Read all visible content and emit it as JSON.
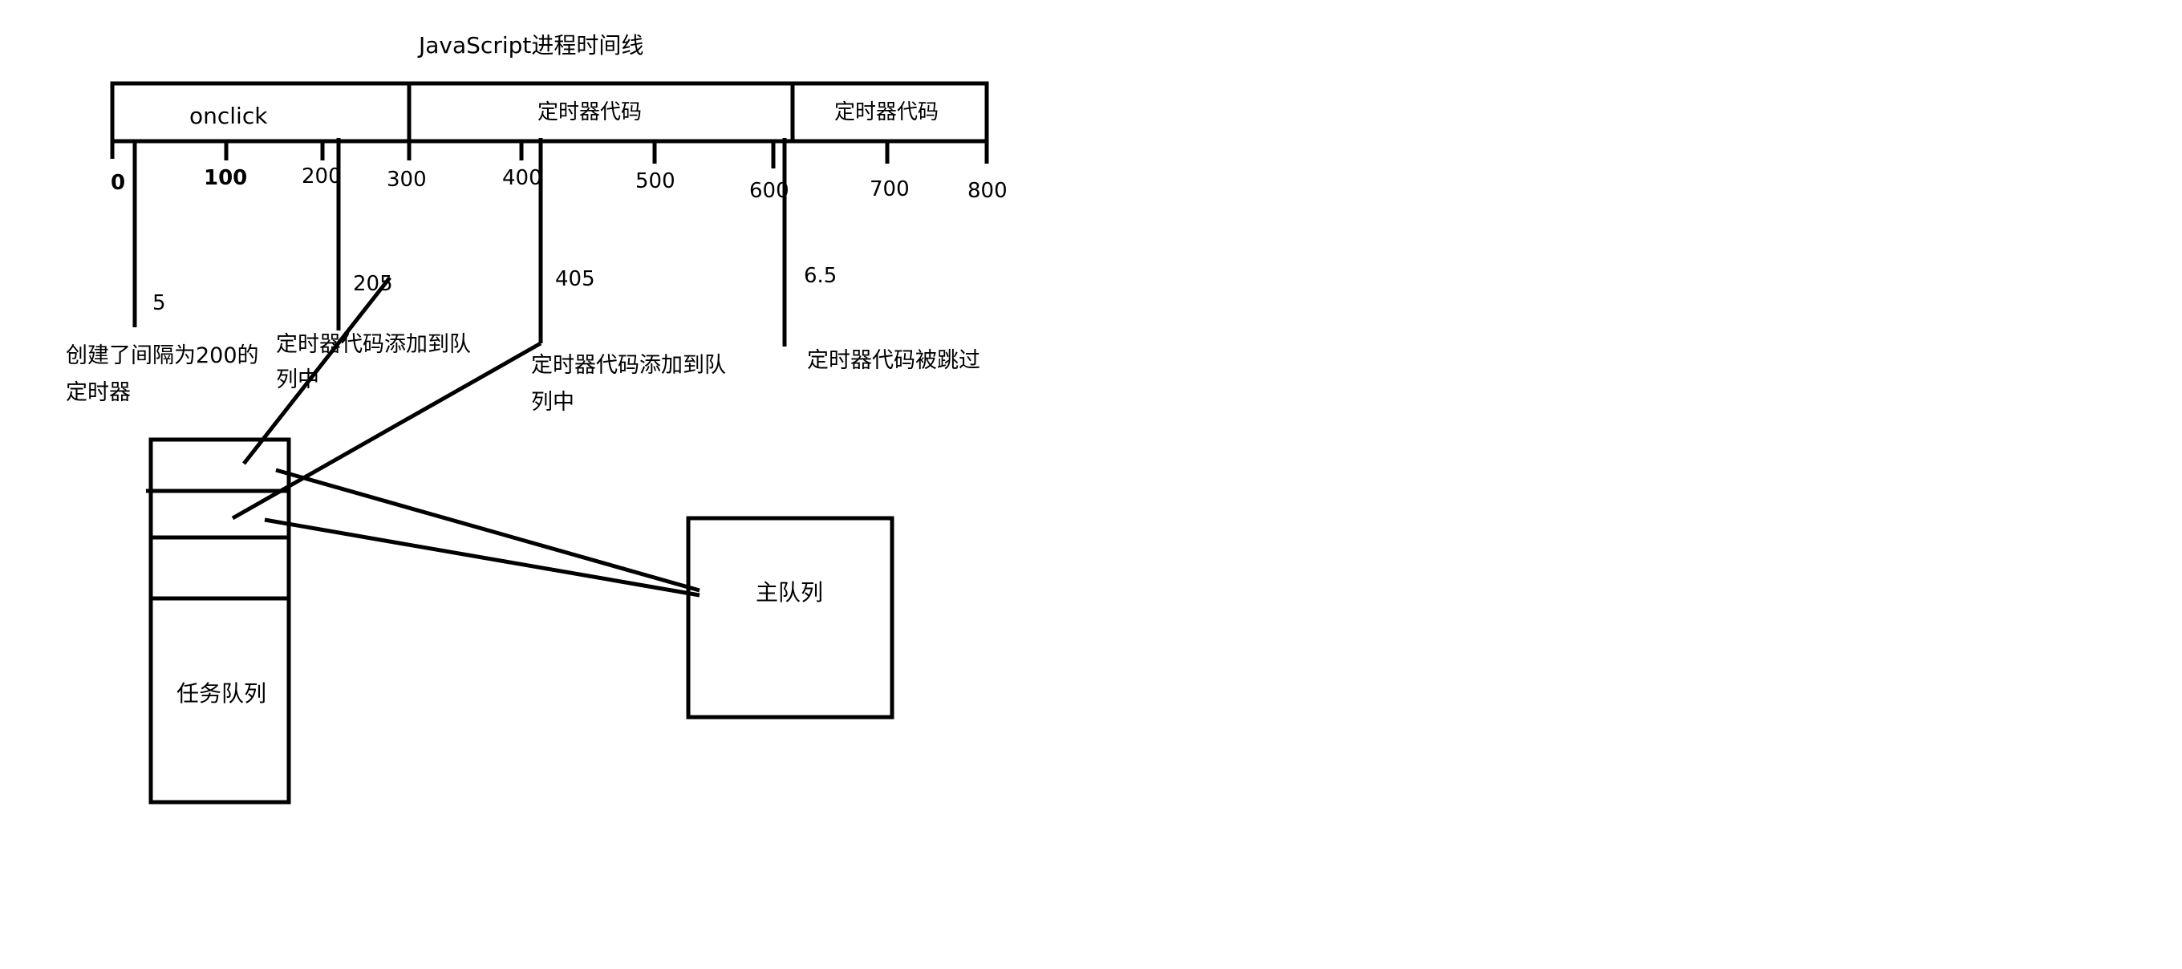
{
  "title": "JavaScript进程时间线",
  "timeline": {
    "segments": [
      {
        "label": "onclick"
      },
      {
        "label": "定时器代码"
      },
      {
        "label": "定时器代码"
      }
    ],
    "ticks": [
      {
        "label": "0"
      },
      {
        "label": "100"
      },
      {
        "label": "200"
      },
      {
        "label": "300"
      },
      {
        "label": "400"
      },
      {
        "label": "500"
      },
      {
        "label": "600"
      },
      {
        "label": "700"
      },
      {
        "label": "800"
      }
    ]
  },
  "markers": [
    {
      "value": "5",
      "note_lines": [
        "创建了间隔为200的",
        "定时器"
      ]
    },
    {
      "value": "205",
      "note_lines": [
        "定时器代码添加到队",
        "列中"
      ]
    },
    {
      "value": "405",
      "note_lines": [
        "定时器代码添加到队",
        "列中"
      ]
    },
    {
      "value": "6.5",
      "note_lines": [
        "定时器代码被跳过"
      ]
    }
  ],
  "task_queue": {
    "label": "任务队列"
  },
  "main_queue": {
    "label": "主队列"
  }
}
